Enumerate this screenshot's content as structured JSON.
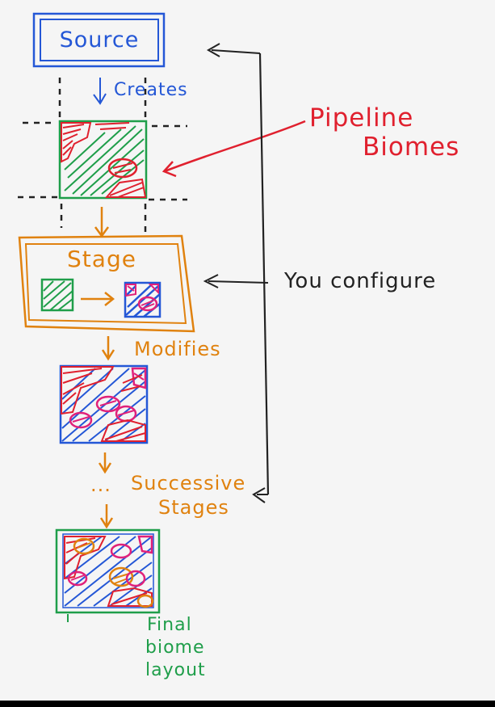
{
  "colors": {
    "background": "#f5f5f5",
    "blue": "#2457d6",
    "red": "#e0202e",
    "green": "#1f9e4a",
    "orange": "#e0820f",
    "pink": "#e0217a",
    "black": "#222222",
    "gray": "#555555"
  },
  "labels": {
    "source": "Source",
    "creates": "Creates",
    "pipeline_line1": "Pipeline",
    "pipeline_line2": "Biomes",
    "stage": "Stage",
    "you_configure": "You configure",
    "modifies": "Modifies",
    "successive_dots": "...",
    "successive_line1": "Successive",
    "successive_line2": "Stages",
    "final_line1": "Final",
    "final_line2": "biome",
    "final_line3": "layout"
  },
  "icons": {
    "source_box": "rectangle-double-border",
    "stage_box": "parallelogram-double-border",
    "arrow": "hand-drawn-arrow",
    "biome_tile": "scribbled-square"
  }
}
